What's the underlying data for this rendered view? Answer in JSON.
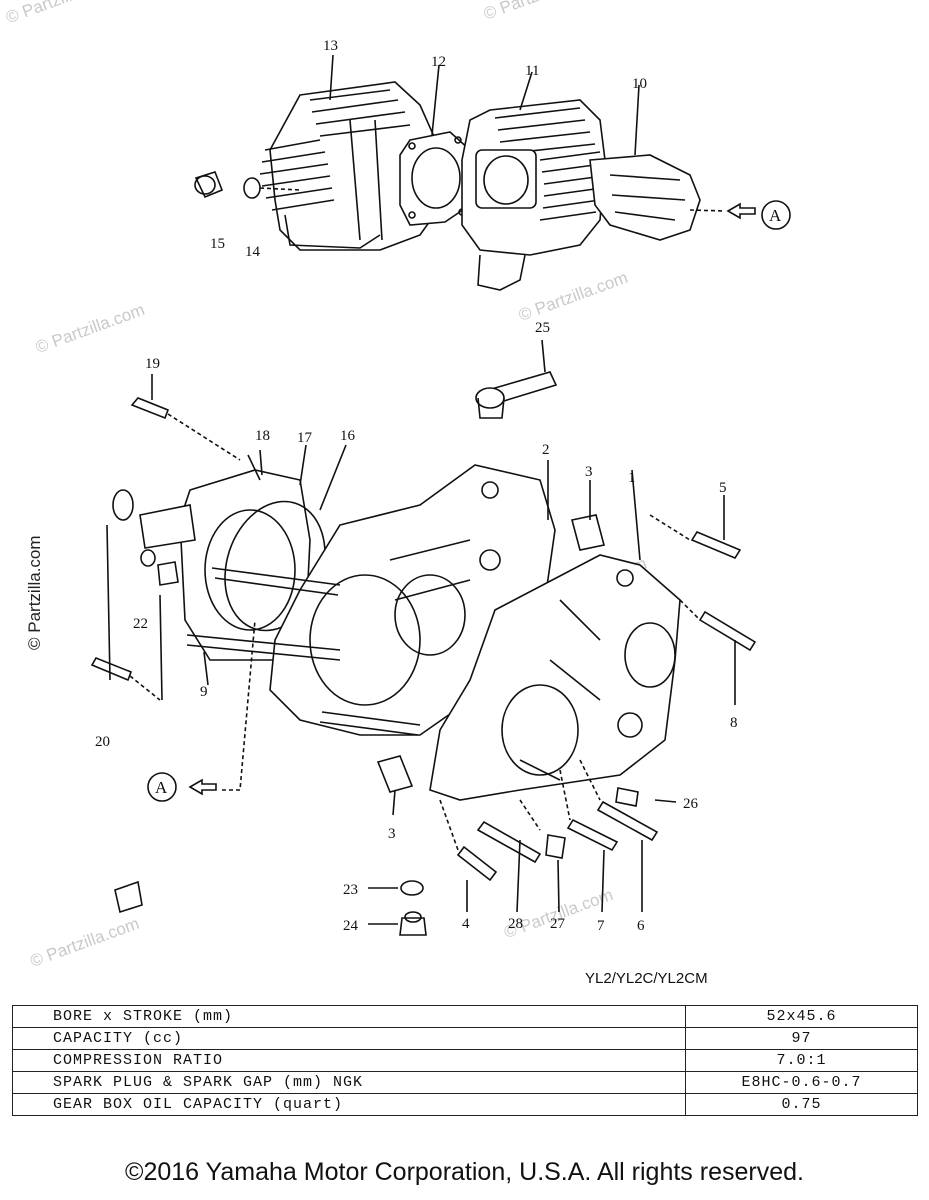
{
  "watermark": "© Partzilla.com",
  "callouts": [
    "1",
    "2",
    "3",
    "3",
    "4",
    "5",
    "6",
    "7",
    "8",
    "9",
    "10",
    "11",
    "12",
    "13",
    "14",
    "15",
    "16",
    "17",
    "18",
    "19",
    "20",
    "22",
    "23",
    "24",
    "25",
    "26",
    "27",
    "28"
  ],
  "ref_marks": {
    "a1": "A",
    "a2": "A"
  },
  "model_label": "YL2/YL2C/YL2CM",
  "specs": {
    "rows": [
      {
        "label": "BORE x STROKE (mm)",
        "value": "52x45.6"
      },
      {
        "label": "CAPACITY (cc)",
        "value": "97"
      },
      {
        "label": "COMPRESSION RATIO",
        "value": "7.0:1"
      },
      {
        "label": "SPARK PLUG & SPARK GAP (mm)  NGK",
        "value": "E8HC-0.6-0.7"
      },
      {
        "label": "GEAR BOX OIL CAPACITY (quart)",
        "value": "0.75"
      }
    ]
  },
  "copyright": "©2016 Yamaha Motor Corporation, U.S.A. All rights reserved."
}
